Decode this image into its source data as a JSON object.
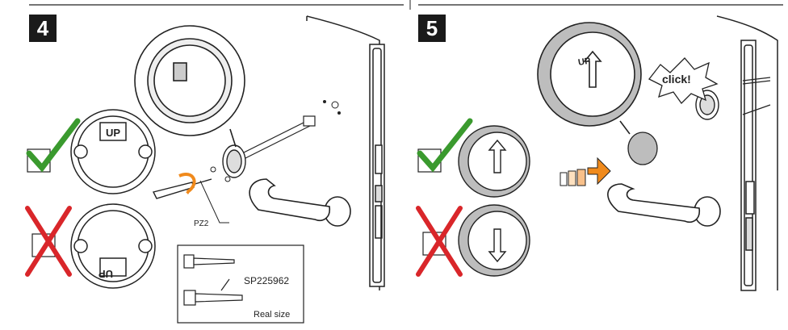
{
  "steps": [
    {
      "number": "4"
    },
    {
      "number": "5"
    }
  ],
  "step4": {
    "dial_label_correct": "UP",
    "dial_label_wrong": "UP",
    "tool_label": "PZ2",
    "screw_part_number": "SP225962",
    "screw_note": "Real size"
  },
  "step5": {
    "cover_label": "UP",
    "callout_text": "click!"
  },
  "colors": {
    "check": "#3a9a2e",
    "cross": "#d9262a",
    "arrow_orange": "#f08a1c",
    "line": "#222222",
    "cover_grey": "#bdbdbd"
  }
}
